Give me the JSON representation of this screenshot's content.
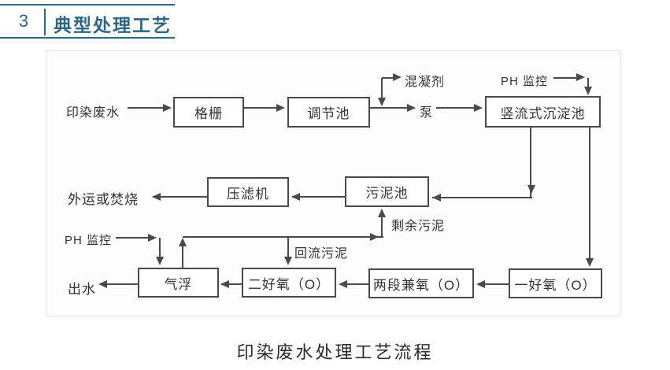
{
  "header": {
    "section_number": "3",
    "title": "典型处理工艺",
    "accent_color": "#2e6786"
  },
  "caption": "印染废水处理工艺流程",
  "flowchart": {
    "line_color": "#4a4a4a",
    "boxes": {
      "grid": "格栅",
      "regulating_tank": "调节池",
      "vertical_sedimentation_tank": "竖流式沉淀池",
      "filter_press": "压滤机",
      "sludge_tank": "污泥池",
      "air_flotation": "气浮",
      "aerobic_2": "二好氧（O）",
      "two_stage_facultative": "两段兼氧（O）",
      "aerobic_1": "一好氧（O）"
    },
    "labels": {
      "influent": "印染废水",
      "coagulant": "混凝剂",
      "pump": "泵",
      "ph_monitor_top": "PH 监控",
      "ph_monitor_left": "PH 监控",
      "disposal": "外运或焚烧",
      "effluent": "出水",
      "excess_sludge": "剩余污泥",
      "return_sludge": "回流污泥"
    }
  }
}
